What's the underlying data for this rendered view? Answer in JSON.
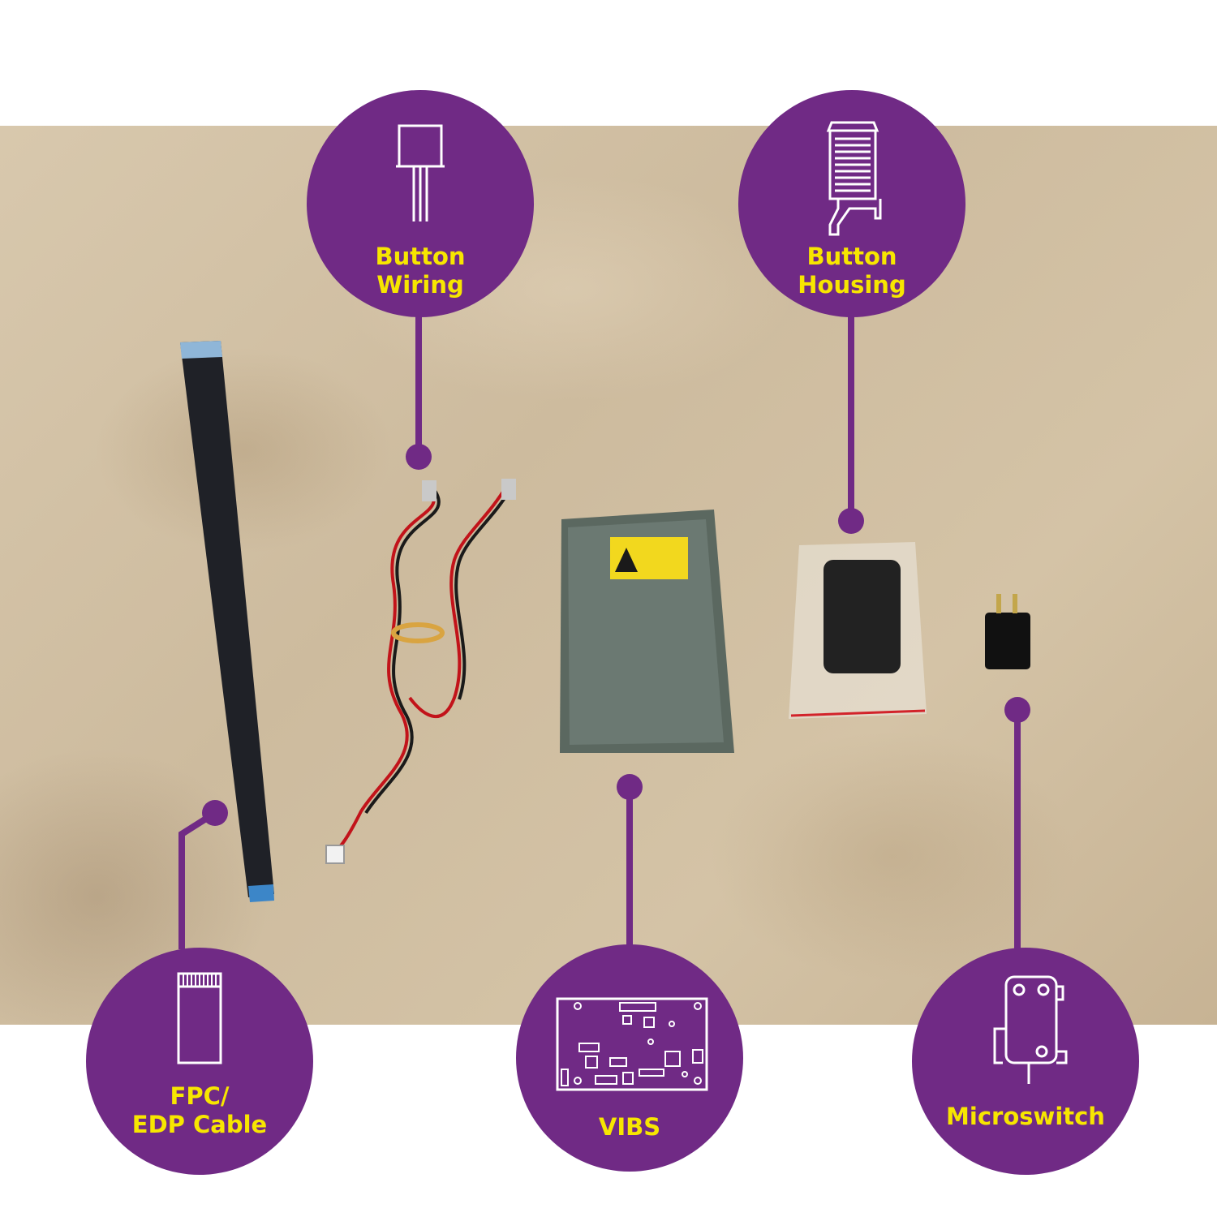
{
  "labels": {
    "button_wiring": [
      "Button",
      "Wiring"
    ],
    "button_housing": [
      "Button",
      "Housing"
    ],
    "fpc_cable": [
      "FPC/",
      "EDP Cable"
    ],
    "vibs": [
      "VIBS"
    ],
    "microswitch": [
      "Microswitch"
    ]
  },
  "icons": {
    "button_wiring": "wire-connector-icon",
    "button_housing": "button-housing-icon",
    "fpc_cable": "ribbon-cable-icon",
    "vibs": "circuit-board-icon",
    "microswitch": "microswitch-icon"
  },
  "colors": {
    "badge": "#702a85",
    "label": "#f7e600",
    "icon_stroke": "#ffffff"
  }
}
